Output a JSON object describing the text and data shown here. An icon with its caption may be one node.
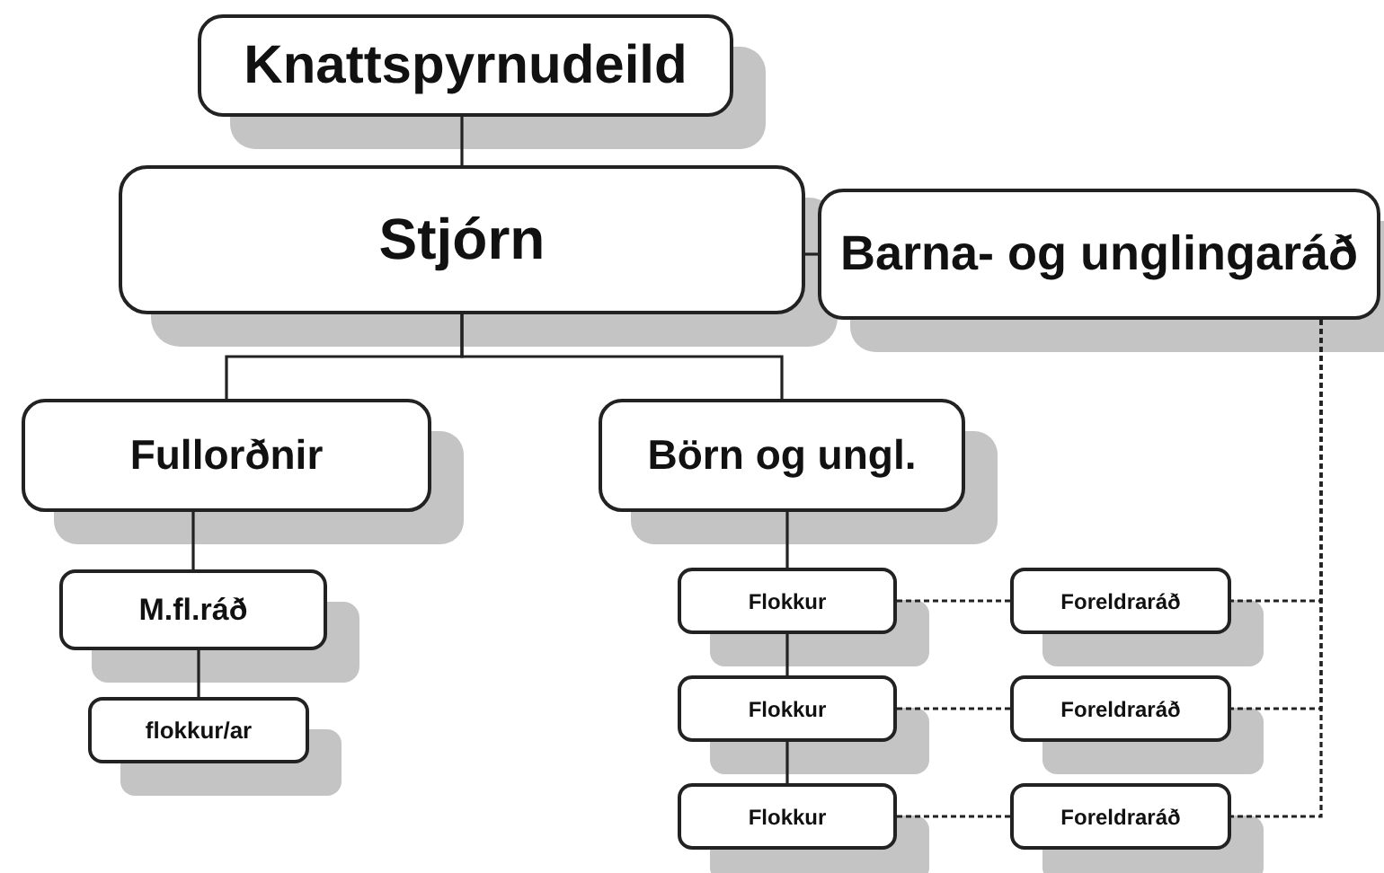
{
  "diagram": {
    "nodes": [
      {
        "text": [
          "Knattspyrnudeild"
        ]
      },
      {
        "text": [
          "Stjórn"
        ]
      },
      {
        "text": [
          "Barna- og unglingaráð"
        ]
      },
      {
        "text": [
          "Fullorðnir"
        ]
      },
      {
        "text": [
          "Börn og ungl."
        ]
      },
      {
        "text": [
          "M.fl.ráð"
        ]
      },
      {
        "text": [
          "flokkur/ar"
        ]
      },
      {
        "text": [
          "Flokkur"
        ]
      },
      {
        "text": [
          "Foreldraráð"
        ]
      },
      {
        "text": [
          "Flokkur"
        ]
      },
      {
        "text": [
          "Foreldraráð"
        ]
      },
      {
        "text": [
          "Flokkur"
        ]
      },
      {
        "text": [
          "Foreldraráð"
        ]
      }
    ],
    "edges": [
      {
        "from": 0,
        "to": 1,
        "arrow": "none"
      },
      {
        "from": 1,
        "to": 2,
        "arrow": "none"
      },
      {
        "from": 1,
        "to": 3,
        "arrow": "none"
      },
      {
        "from": 1,
        "to": 4,
        "arrow": "none"
      },
      {
        "from": 3,
        "to": 5,
        "arrow": "none"
      },
      {
        "from": 5,
        "to": 6,
        "arrow": "none"
      },
      {
        "from": 4,
        "to": 7,
        "arrow": "none"
      },
      {
        "from": 7,
        "to": 9,
        "arrow": "none"
      },
      {
        "from": 9,
        "to": 11,
        "arrow": "none"
      },
      {
        "from": 7,
        "to": 8,
        "arrow": "none",
        "style": "dashed"
      },
      {
        "from": 9,
        "to": 10,
        "arrow": "none",
        "style": "dashed"
      },
      {
        "from": 11,
        "to": 12,
        "arrow": "none",
        "style": "dashed"
      },
      {
        "from": 2,
        "to": 8,
        "arrow": "none",
        "style": "dashed"
      },
      {
        "from": 2,
        "to": 10,
        "arrow": "none",
        "style": "dashed"
      },
      {
        "from": 2,
        "to": 12,
        "arrow": "none",
        "style": "dashed"
      }
    ]
  }
}
